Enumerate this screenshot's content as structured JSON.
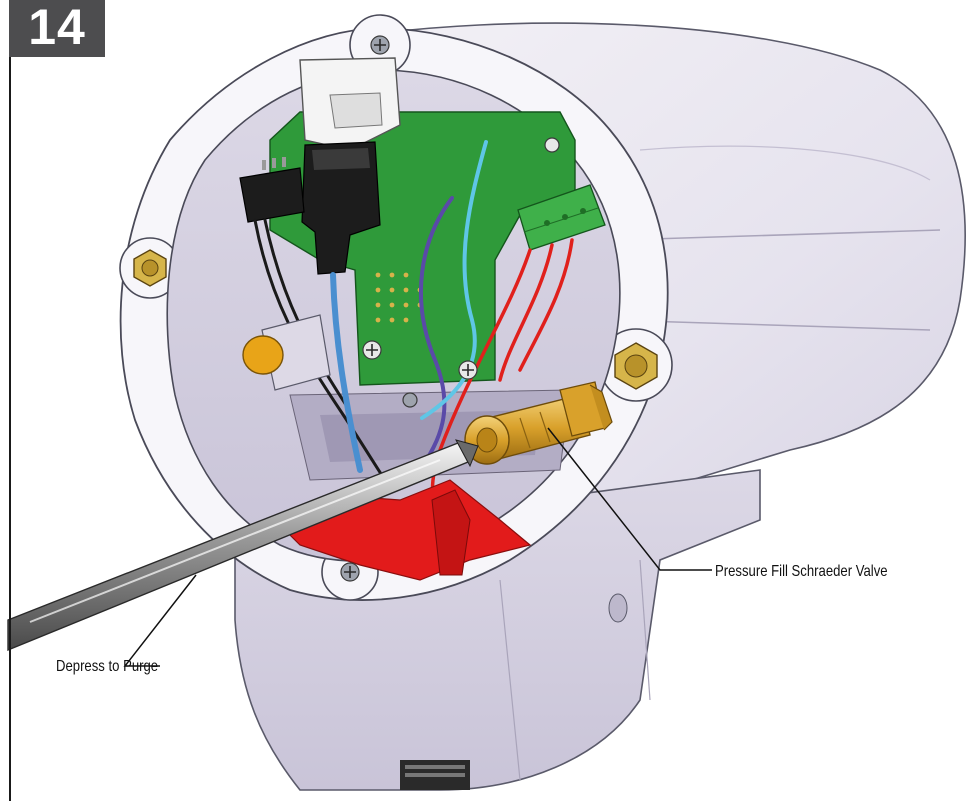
{
  "step": {
    "number": "14"
  },
  "callouts": {
    "valve": "Pressure Fill Schraeder Valve",
    "purge": "Depress to Purge"
  },
  "colors": {
    "badge": "#4d4d4f",
    "housing": "#ece9f2",
    "board": "#2f9a3a",
    "connector": "#1c1c1c",
    "valve": "#e0a526",
    "gasket": "#e21b1b",
    "wire_red": "#e0201c",
    "wire_blue": "#4a8fd0",
    "wire_purple": "#5a4aa8",
    "wire_cyan": "#5fc6e6"
  },
  "icons": [
    "screw-icon",
    "hex-nut-icon",
    "screwdriver-icon",
    "schraeder-valve-icon"
  ]
}
